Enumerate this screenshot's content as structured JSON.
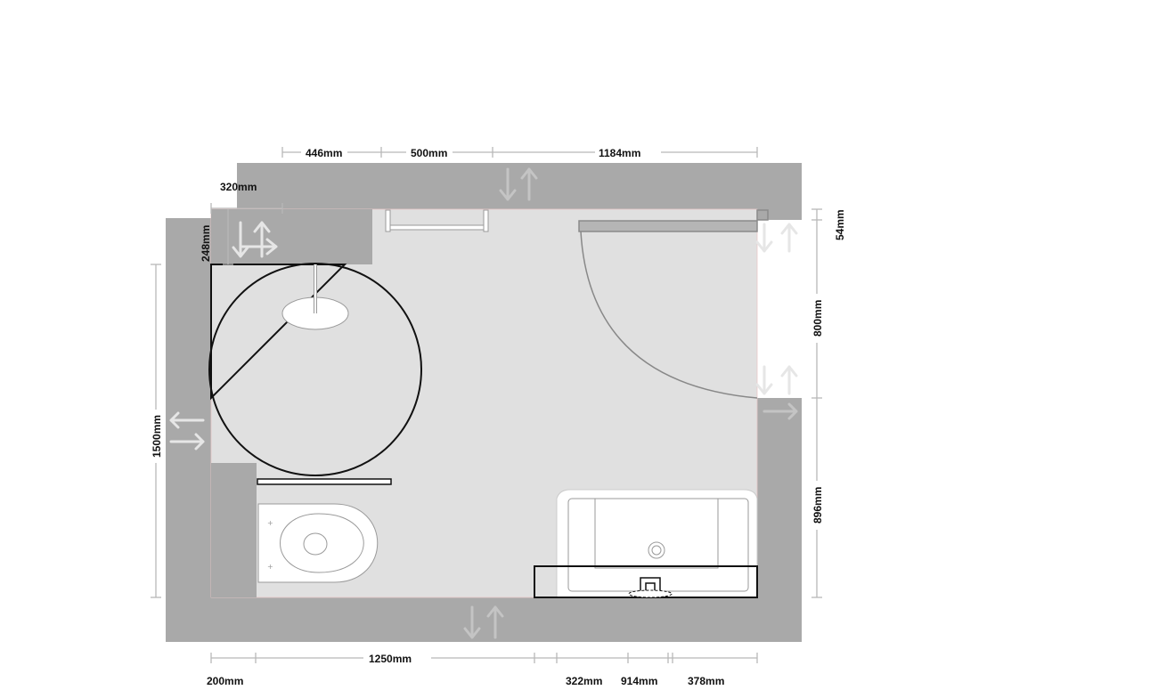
{
  "colors": {
    "wall": "#a9a9a9",
    "floor": "#e0e0e0",
    "outline": "#111111",
    "fixture_fill": "#ffffff",
    "fixture_stroke": "#9a9a9a",
    "dimension_line": "#b8b8b8"
  },
  "dimensions": {
    "top_446": "446mm",
    "top_500": "500mm",
    "top_1184": "1184mm",
    "left_320": "320mm",
    "left_248": "248mm",
    "left_1500": "1500mm",
    "right_54": "54mm",
    "right_800": "800mm",
    "right_896": "896mm",
    "bottom_1250": "1250mm",
    "bottom_200": "200mm",
    "bottom_322": "322mm",
    "bottom_914": "914mm",
    "bottom_378": "378mm"
  },
  "icons": {
    "wall_move": "double-arrow-icon",
    "opening": "opening-arrow-icon"
  }
}
